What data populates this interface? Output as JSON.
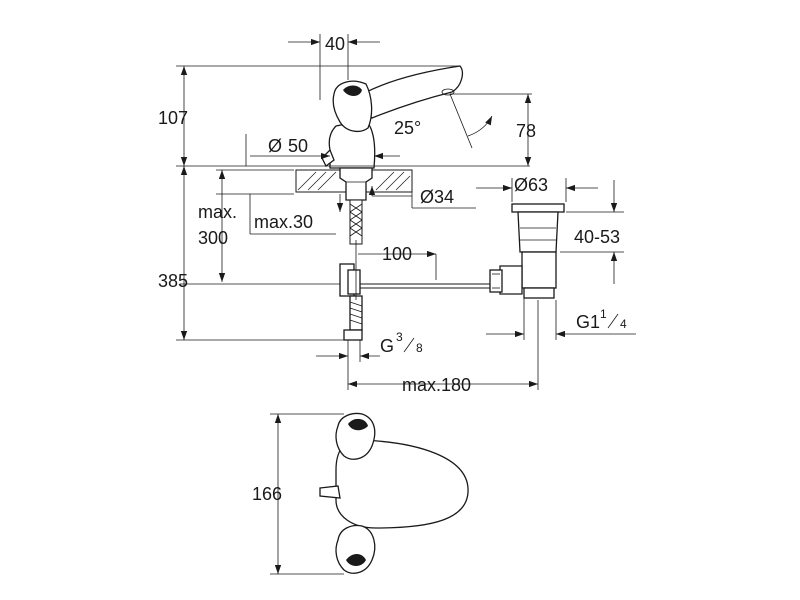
{
  "labels": {
    "width_top": "40",
    "height_top": "107",
    "spout_angle": "25°",
    "spout_height": "78",
    "base_dia": "Ø",
    "base_dia_val": "50",
    "hole_dia": "Ø34",
    "waste_dia": "Ø63",
    "waste_range": "40-53",
    "max_label": "max.",
    "max_300": "300",
    "max_30": "max.30",
    "dist_100": "100",
    "total_385": "385",
    "inlet_g": "G",
    "inlet_num": "3",
    "inlet_den": "8",
    "waste_g": "G1",
    "waste_num": "1",
    "waste_den": "4",
    "max_180": "max.180",
    "plan_166": "166"
  }
}
